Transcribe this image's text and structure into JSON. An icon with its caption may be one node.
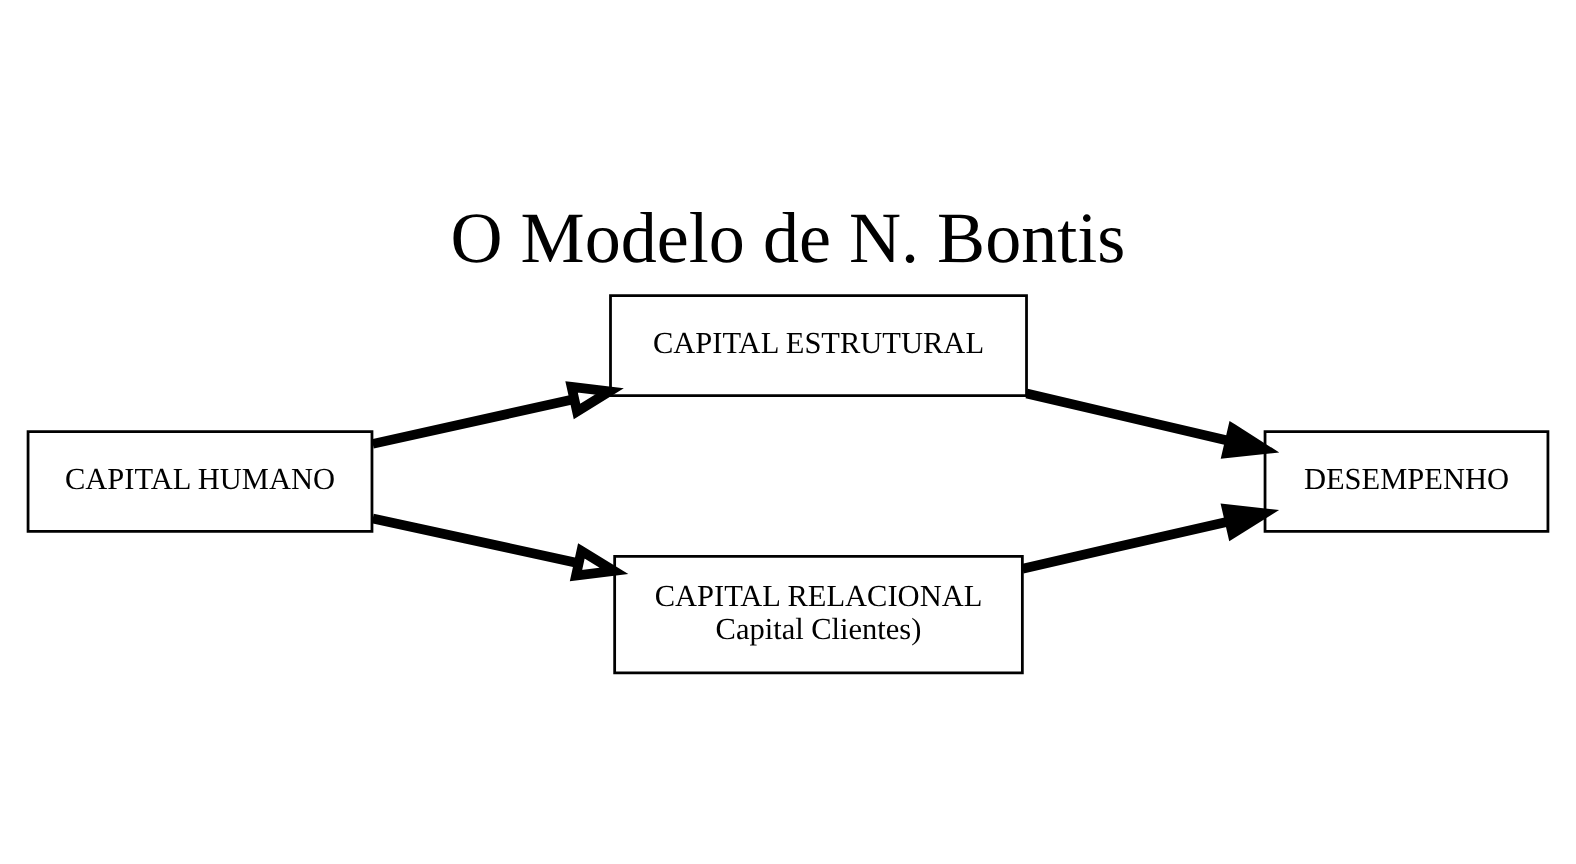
{
  "diagram": {
    "title": "O Modelo de N. Bontis",
    "nodes": [
      {
        "text": [
          "CAPITAL HUMANO"
        ]
      },
      {
        "text": [
          "CAPITAL ESTRUTURAL"
        ]
      },
      {
        "text": [
          "CAPITAL RELACIONAL",
          "Capital Clientes)"
        ]
      },
      {
        "text": [
          "DESEMPENHO"
        ]
      }
    ],
    "edges": [
      {
        "from": 0,
        "to": 1,
        "arrow": "to"
      },
      {
        "from": 0,
        "to": 2,
        "arrow": "to"
      },
      {
        "from": 1,
        "to": 3,
        "arrow": "to"
      },
      {
        "from": 2,
        "to": 3,
        "arrow": "to"
      }
    ]
  }
}
